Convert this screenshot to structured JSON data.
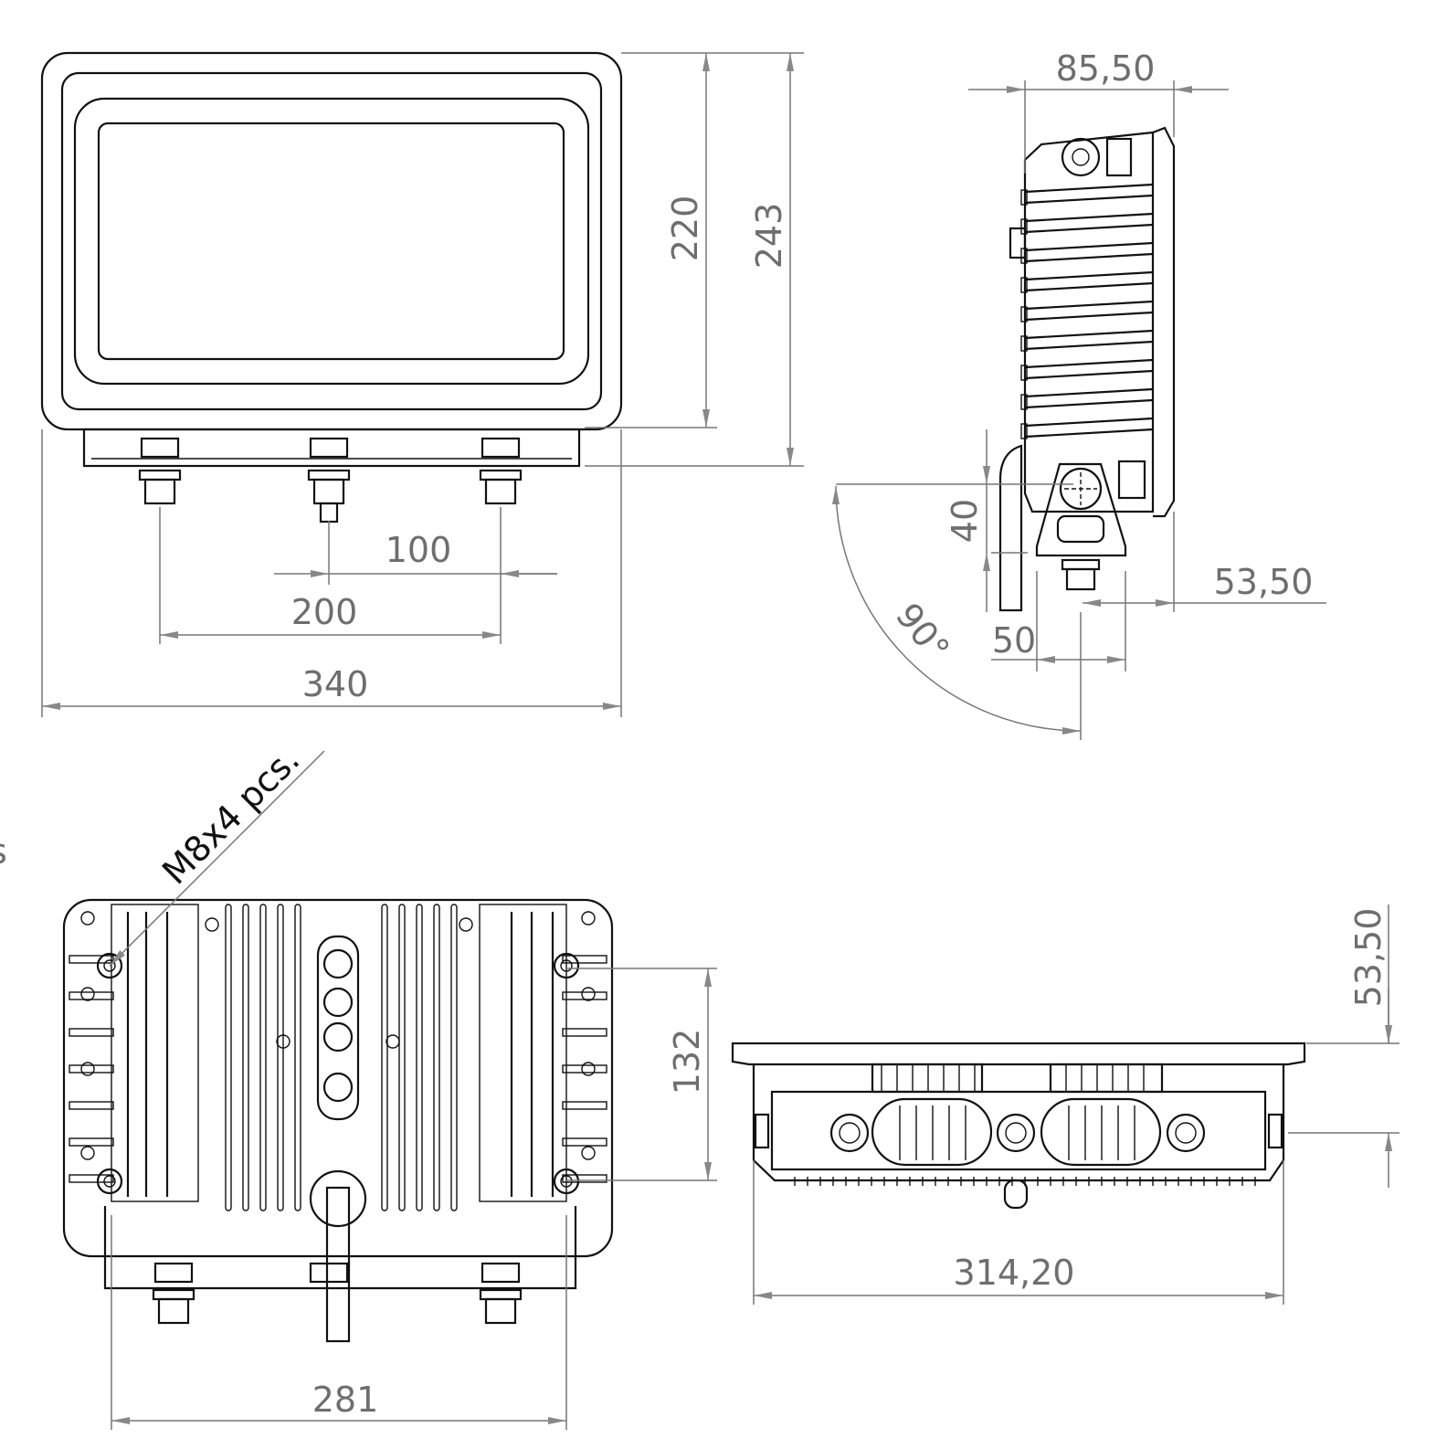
{
  "dimensions": {
    "front_height_inner": "220",
    "front_height_total": "243",
    "bolt_spacing_half": "100",
    "bolt_spacing_full": "200",
    "front_width": "340",
    "side_depth": "85,50",
    "bracket_height": "40",
    "bracket_offset": "53,50",
    "bracket_width": "50",
    "swivel_angle": "90°",
    "back_hole_spacing": "132",
    "back_bracket_width": "281",
    "bottom_width": "314,20",
    "bottom_depth": "53,50"
  },
  "annotations": {
    "thread_note": "M8x4 pcs.",
    "edge_fragment": "s"
  }
}
